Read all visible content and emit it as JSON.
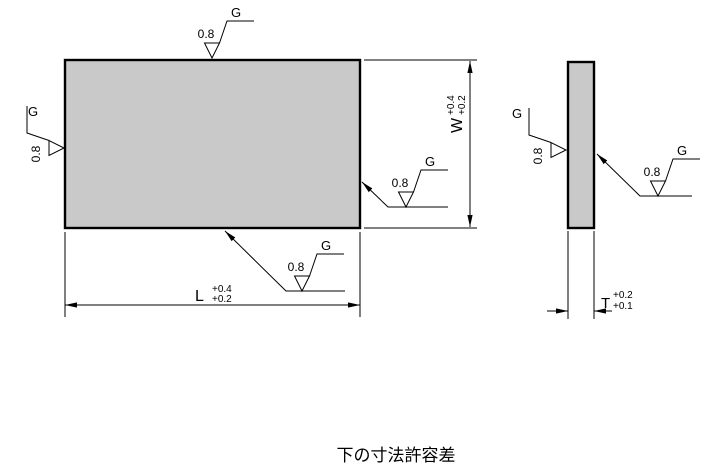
{
  "drawing": {
    "caption": "下の寸法許容差",
    "marks": {
      "top": {
        "value": "0.8",
        "method": "G"
      },
      "left": {
        "value": "0.8",
        "method": "G"
      },
      "right_leader": {
        "value": "0.8",
        "method": "G"
      },
      "bottom_leader": {
        "value": "0.8",
        "method": "G"
      },
      "side_left": {
        "value": "0.8",
        "method": "G"
      },
      "side_right": {
        "value": "0.8",
        "method": "G"
      }
    },
    "dims": {
      "W": {
        "letter": "W",
        "upper": "+0.4",
        "lower": "+0.2"
      },
      "L": {
        "letter": "L",
        "upper": "+0.4",
        "lower": "+0.2"
      },
      "T": {
        "letter": "T",
        "upper": "+0.2",
        "lower": "+0.1"
      }
    },
    "colors": {
      "plate_fill": "#c9c9c9",
      "line": "#000000"
    }
  }
}
